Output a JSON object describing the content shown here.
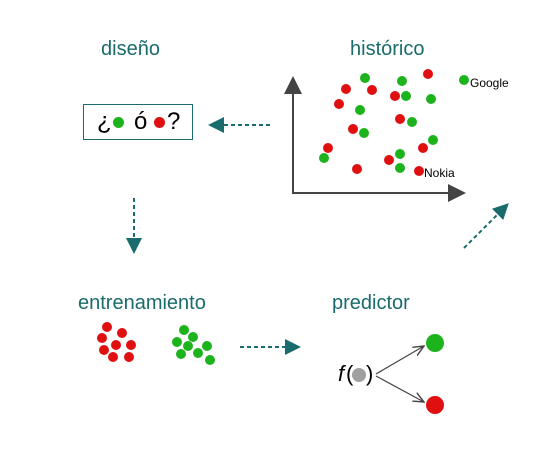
{
  "labels": {
    "diseno": "diseño",
    "historico": "histórico",
    "entrenamiento": "entrenamiento",
    "predictor": "predictor"
  },
  "question": {
    "open": "¿",
    "or": "ó",
    "close": "?"
  },
  "annotations": {
    "google": "Google",
    "nokia": "Nokia"
  },
  "formula": {
    "f": "f",
    "open_paren": "(",
    "close_paren": ")"
  },
  "colors": {
    "accent": "#1a6b6b",
    "green": "#1db31d",
    "red": "#e01010",
    "gray": "#a0a0a0",
    "axis": "#444444"
  }
}
